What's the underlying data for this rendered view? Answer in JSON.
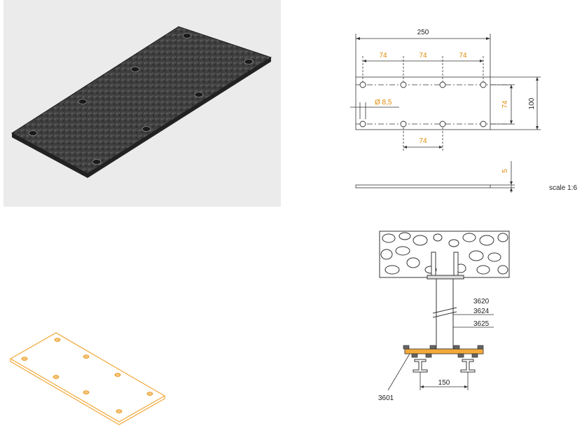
{
  "colors": {
    "dimension": "#e08a00",
    "plate_orange": "#f2a93b",
    "line": "#333333",
    "photo_bg": "#ebebeb",
    "plate_dark": "#3a3a3a"
  },
  "drawing": {
    "overall_length": "250",
    "hole_spacing_top_1": "74",
    "hole_spacing_top_2": "74",
    "hole_spacing_top_3": "74",
    "hole_diameter": "Ø 8,5",
    "row_spacing": "74",
    "overall_width": "100",
    "bottom_spacing": "74",
    "thickness": "5",
    "scale": "scale 1:6"
  },
  "section": {
    "ref_3620": "3620",
    "ref_3624": "3624",
    "ref_3625": "3625",
    "ref_3601": "3601",
    "spacing": "150"
  }
}
